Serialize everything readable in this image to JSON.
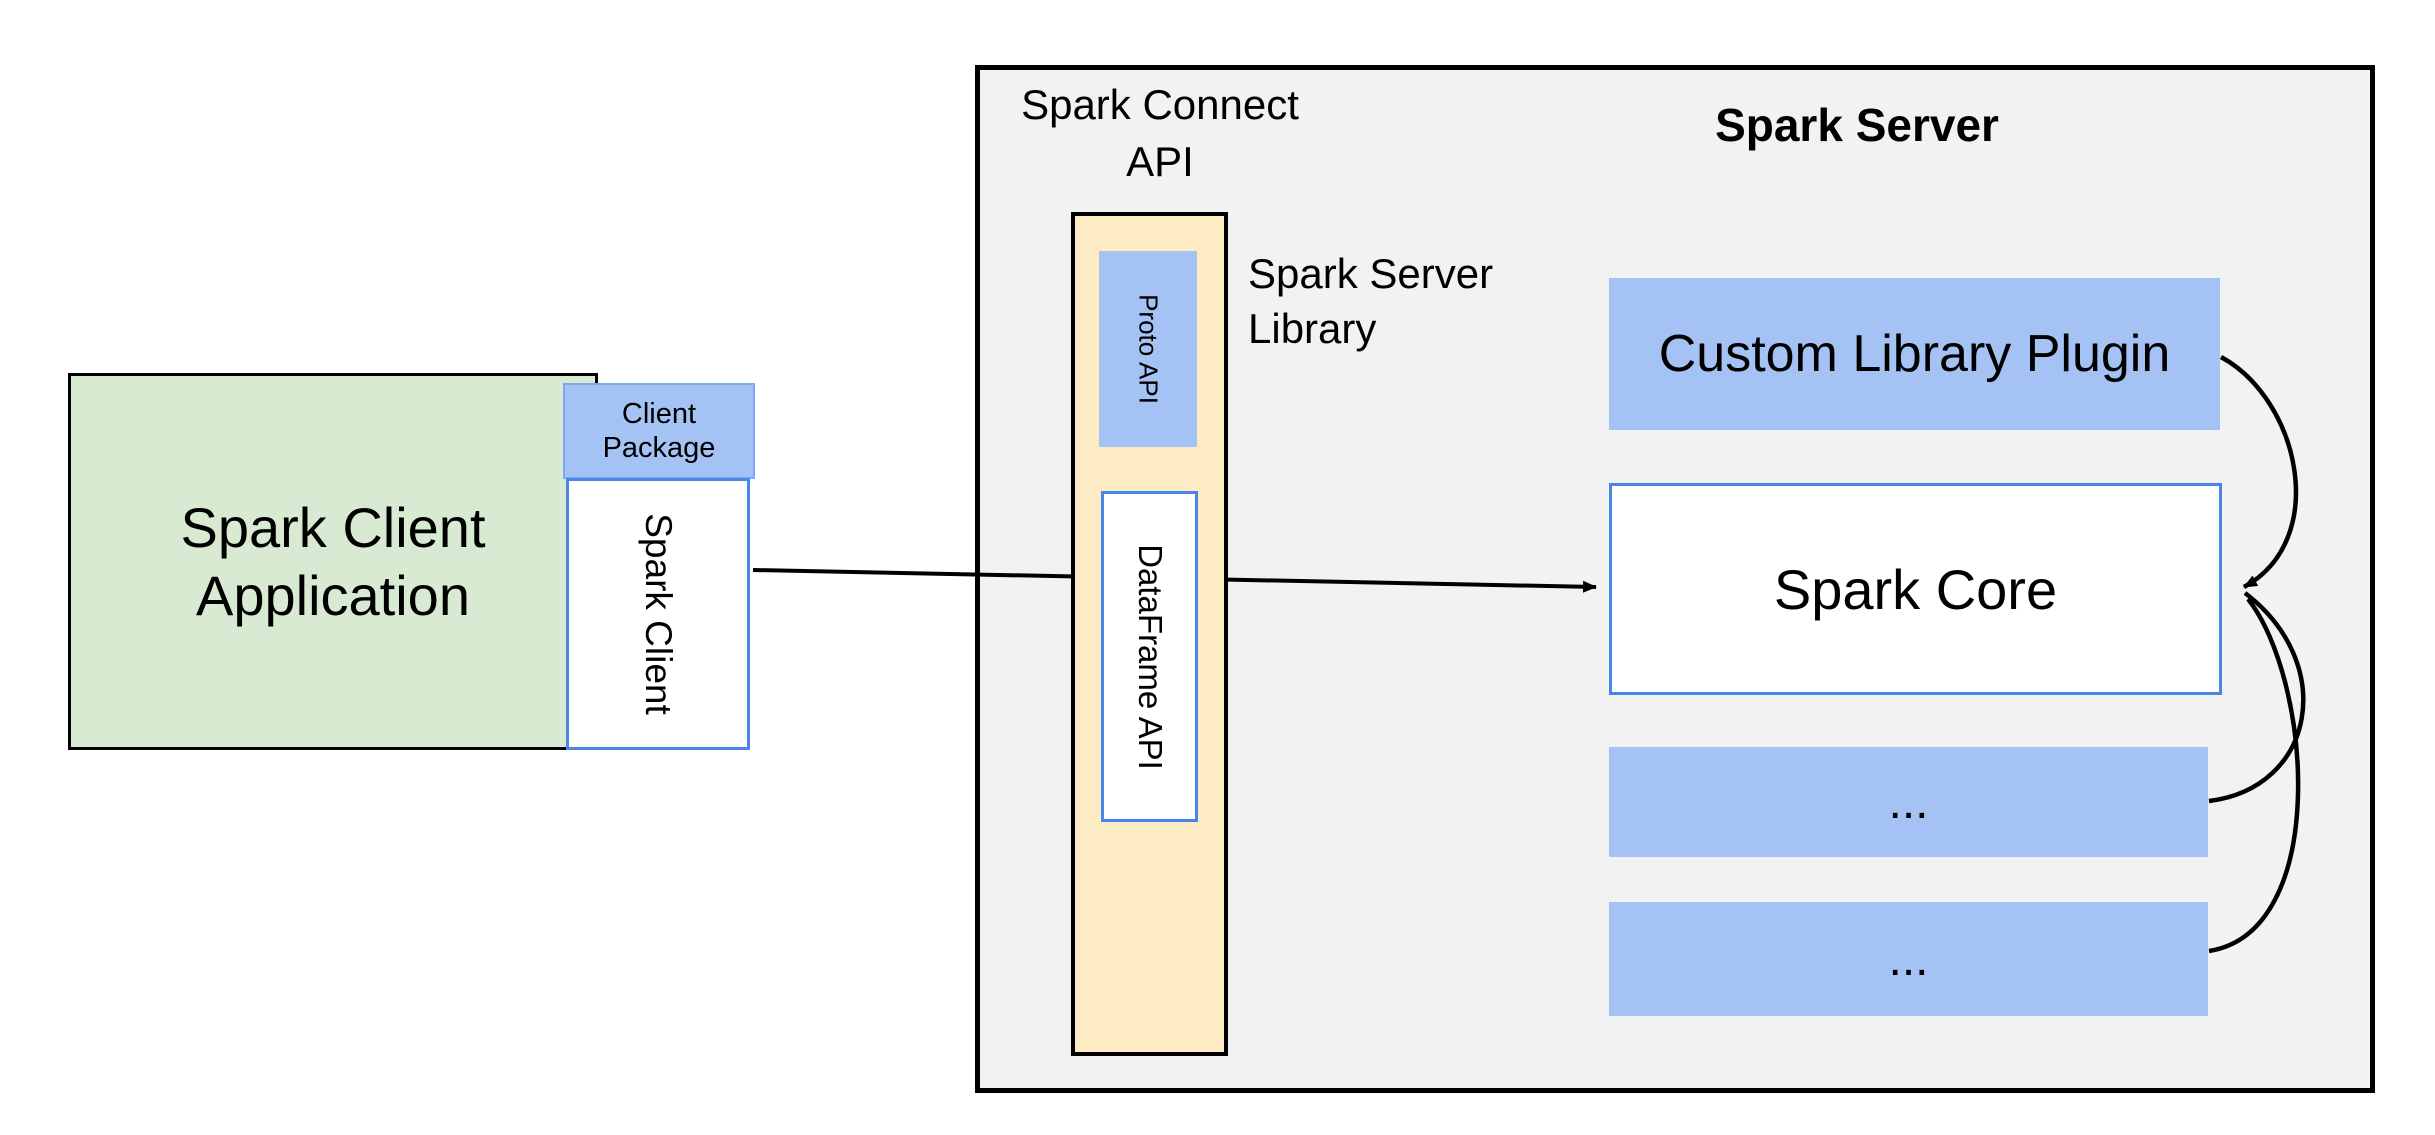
{
  "colors": {
    "green_fill": "#d9ead3",
    "blue_fill": "#a4c2f4",
    "blue_border": "#4a86e8",
    "yellow_fill": "#fdecc3",
    "gray_fill": "#f2f2f2",
    "arrow": "#000000"
  },
  "client": {
    "application_line1": "Spark Client",
    "application_line2": "Application",
    "package_line1": "Client",
    "package_line2": "Package",
    "spark_client": "Spark Client"
  },
  "server": {
    "connect_api_line1": "Spark Connect",
    "connect_api_line2": "API",
    "proto_api": "Proto API",
    "dataframe_api": "DataFrame API",
    "library_line1": "Spark Server",
    "library_line2": "Library",
    "title": "Spark Server",
    "custom_plugin": "Custom Library Plugin",
    "spark_core": "Spark Core",
    "more_1": "...",
    "more_2": "..."
  }
}
